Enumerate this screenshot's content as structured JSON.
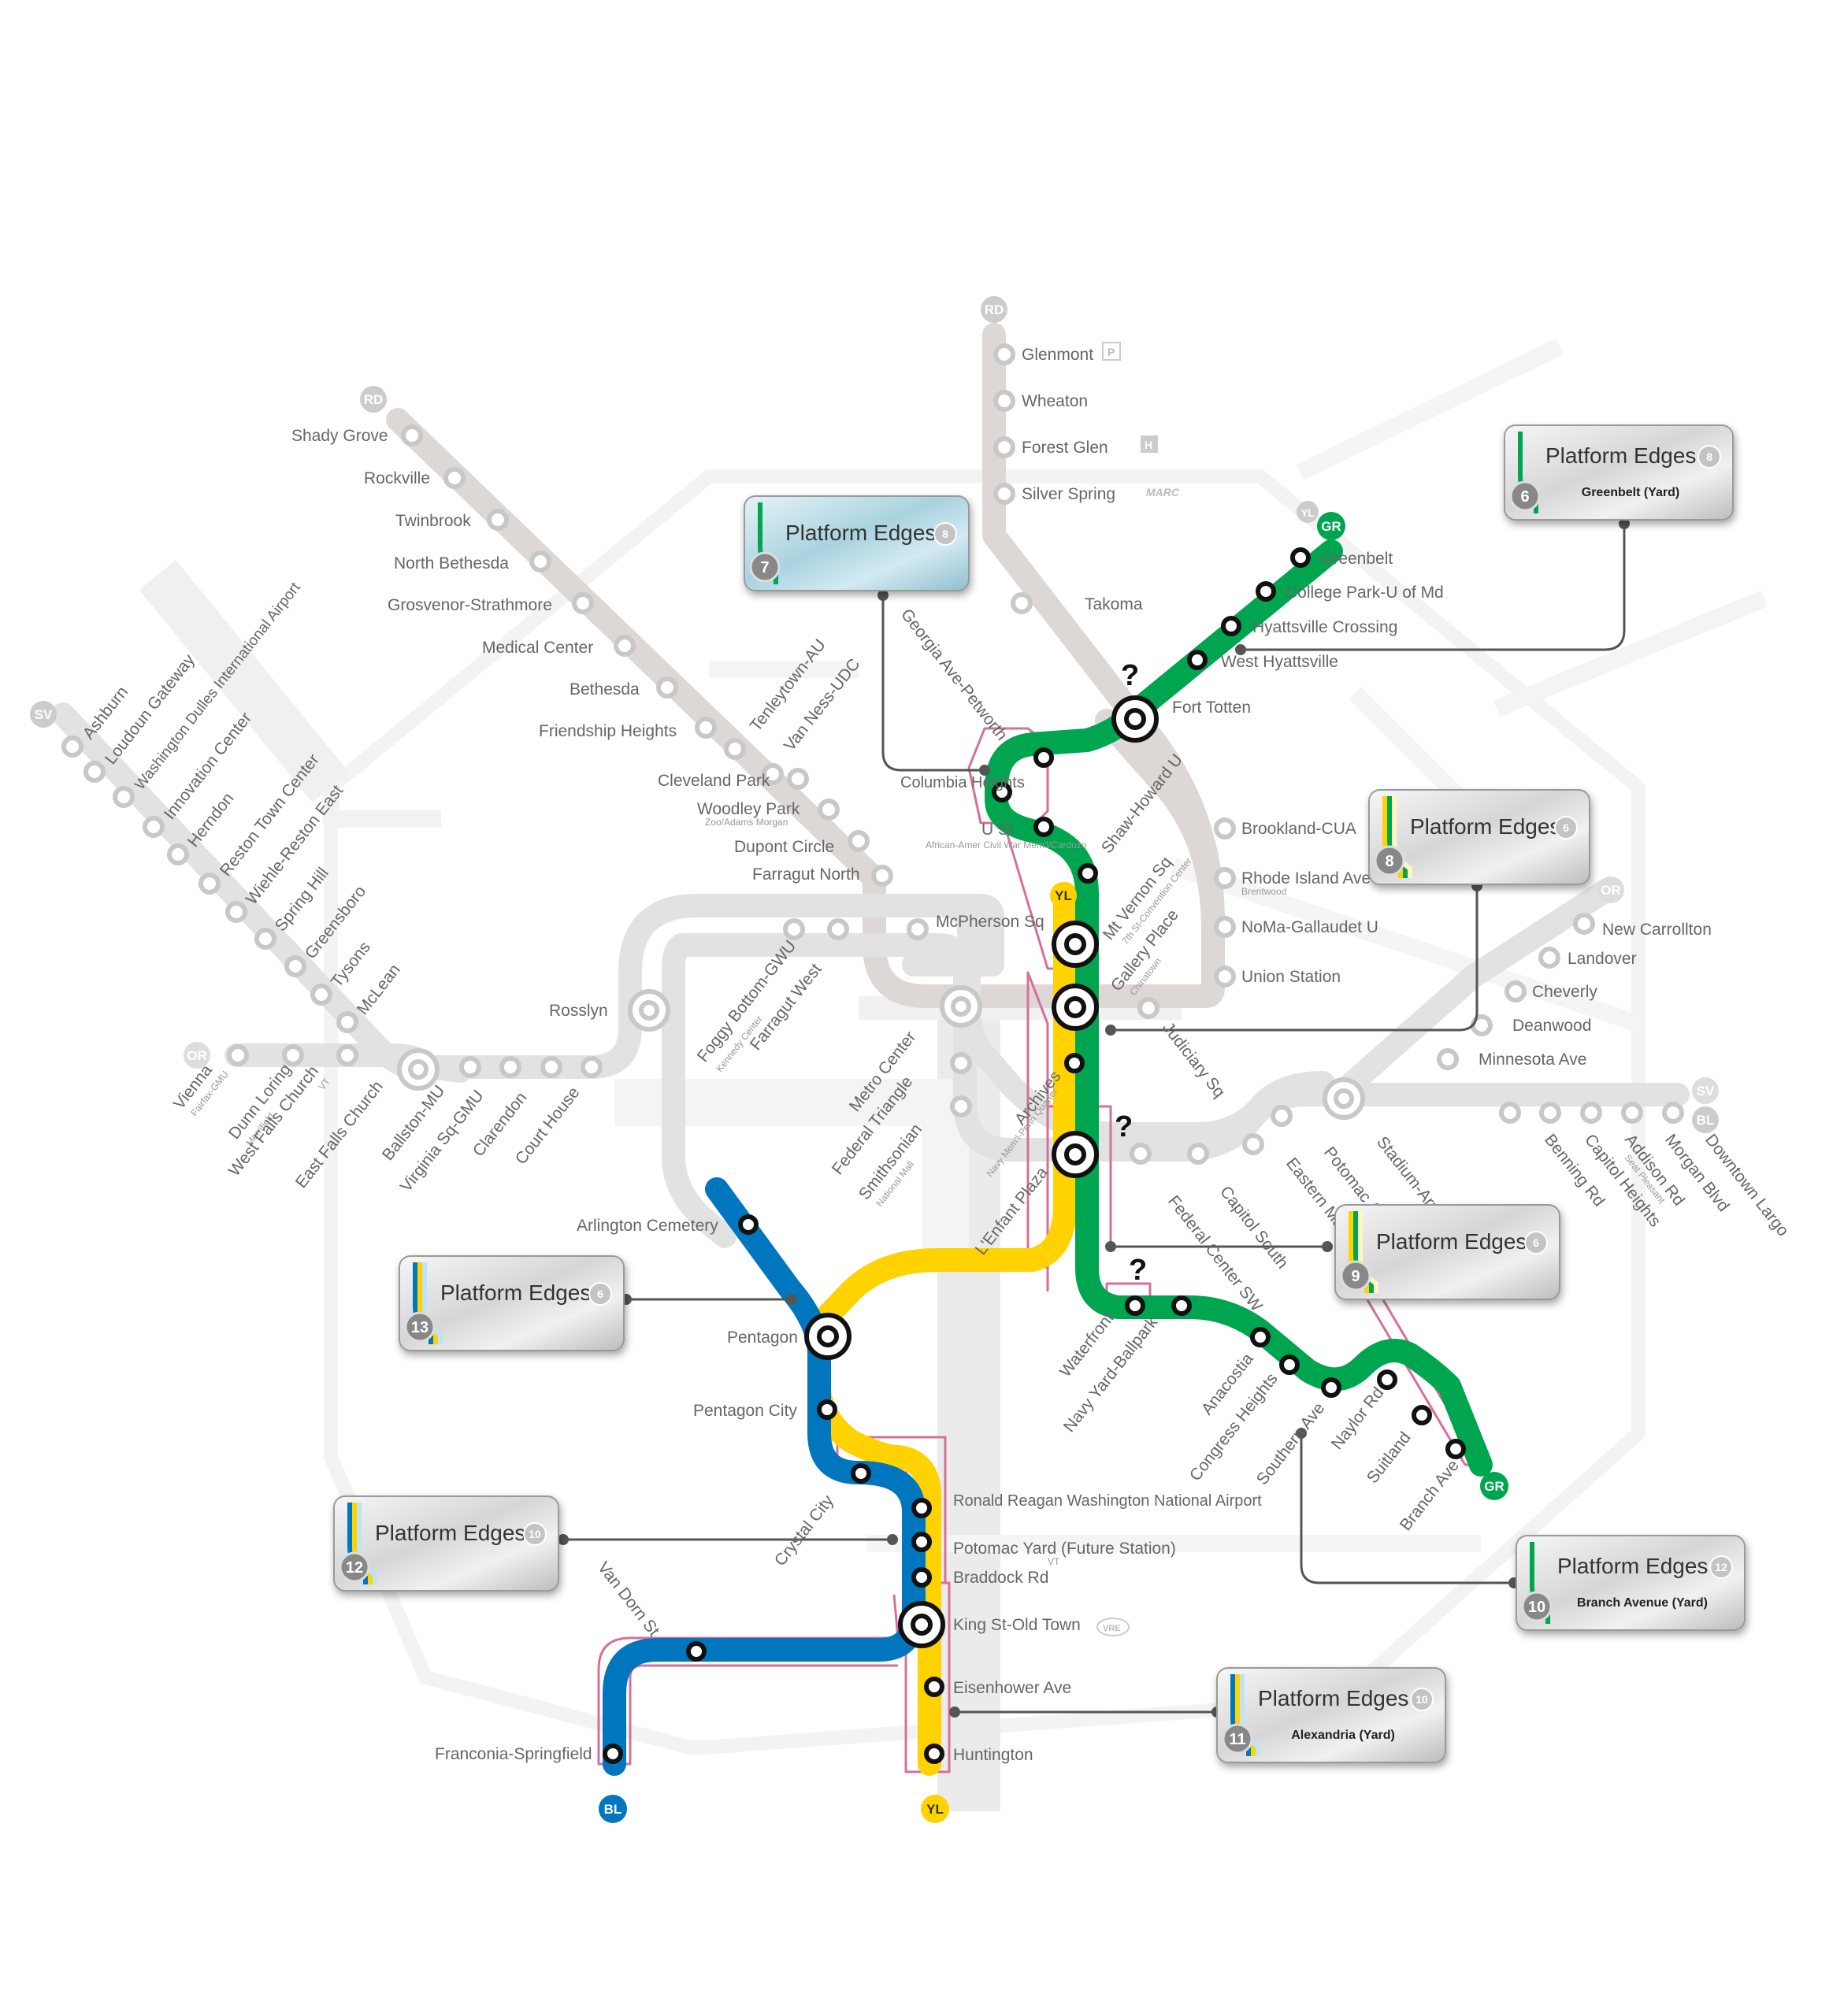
{
  "colors": {
    "green": "#00a550",
    "yellow": "#ffd200",
    "blue": "#0076bf",
    "red_ghost": "#d9d4d2",
    "ghost": "#e9e9e9",
    "outline": "#d4709c",
    "card_bg": "#e2e2e2"
  },
  "terminals": {
    "rd_top": "RD",
    "rd_west": "RD",
    "sv": "SV",
    "or_west": "OR",
    "or_east": "OR",
    "sv_east": "SV",
    "bl_east": "BL",
    "gr_north": "GR",
    "yl_north": "YL",
    "yl_mid": "YL",
    "gr_south": "GR",
    "bl_south": "BL",
    "yl_south": "YL"
  },
  "question_mark": "?",
  "stations": {
    "shady_grove": "Shady Grove",
    "rockville": "Rockville",
    "twinbrook": "Twinbrook",
    "north_bethesda": "North Bethesda",
    "grosvenor": "Grosvenor-Strathmore",
    "medical_center": "Medical Center",
    "bethesda": "Bethesda",
    "friendship_heights": "Friendship Heights",
    "tenleytown": "Tenleytown-AU",
    "van_ness": "Van Ness-UDC",
    "cleveland_park": "Cleveland Park",
    "woodley_park": "Woodley Park",
    "woodley_sub": "Zoo/Adams Morgan",
    "dupont": "Dupont Circle",
    "farragut_north": "Farragut North",
    "glenmont": "Glenmont",
    "wheaton": "Wheaton",
    "forest_glen": "Forest Glen",
    "silver_spring": "Silver Spring",
    "takoma": "Takoma",
    "georgia_ave": "Georgia Ave-Petworth",
    "columbia_heights": "Columbia Heights",
    "u_st": "U St",
    "u_st_sub": "African-Amer Civil War Mem'l/Cardozo",
    "shaw": "Shaw-Howard U",
    "mt_vernon": "Mt Vernon Sq",
    "mt_vernon_sub": "7th St-Convention Center",
    "gallery_place": "Gallery Place",
    "gallery_sub": "Chinatown",
    "judiciary": "Judiciary Sq",
    "archives": "Archives",
    "archives_sub": "Navy Mem'l-Penn Quarter",
    "lenfant": "L'Enfant Plaza",
    "greenbelt": "Greenbelt",
    "college_park": "College Park-U of Md",
    "hyattsville": "Hyattsville Crossing",
    "west_hyattsville": "West Hyattsville",
    "fort_totten": "Fort Totten",
    "brookland": "Brookland-CUA",
    "rhode_island": "Rhode Island Ave",
    "rhode_sub": "Brentwood",
    "noma": "NoMa-Gallaudet U",
    "union_station": "Union Station",
    "new_carrollton": "New Carrollton",
    "landover": "Landover",
    "cheverly": "Cheverly",
    "deanwood": "Deanwood",
    "minnesota": "Minnesota Ave",
    "benning": "Benning Rd",
    "capitol_heights": "Capitol Heights",
    "addison": "Addison Rd",
    "addison_sub": "Seat Pleasant",
    "morgan": "Morgan Blvd",
    "largo": "Downtown Largo",
    "stadium": "Stadium-Armory",
    "potomac_ave": "Potomac Ave",
    "eastern_market": "Eastern Market",
    "capitol_south": "Capitol South",
    "federal_center": "Federal Center SW",
    "waterfront": "Waterfront",
    "navy_yard": "Navy Yard-Ballpark",
    "anacostia": "Anacostia",
    "congress_heights": "Congress Heights",
    "southern_ave": "Southern Ave",
    "naylor": "Naylor Rd",
    "suitland": "Suitland",
    "branch_ave": "Branch Ave",
    "ashburn": "Ashburn",
    "loudoun": "Loudoun Gateway",
    "dulles": "Washington Dulles International Airport",
    "innovation": "Innovation Center",
    "herndon": "Herndon",
    "reston": "Reston Town Center",
    "wiehle": "Wiehle-Reston East",
    "spring_hill": "Spring Hill",
    "greensboro": "Greensboro",
    "tysons": "Tysons",
    "mclean": "McLean",
    "vienna": "Vienna",
    "vienna_sub": "Fairfax-GMU",
    "dunn_loring": "Dunn Loring",
    "dunn_sub": "Merrifield",
    "west_falls": "West Falls Church",
    "west_falls_sub": "VT",
    "east_falls": "East Falls Church",
    "ballston": "Ballston-MU",
    "virginia_sq": "Virginia Sq-GMU",
    "clarendon": "Clarendon",
    "court_house": "Court House",
    "rosslyn": "Rosslyn",
    "foggy_bottom": "Foggy Bottom-GWU",
    "foggy_sub": "Kennedy Center",
    "farragut_west": "Farragut West",
    "mcpherson": "McPherson Sq",
    "metro_center": "Metro Center",
    "federal_triangle": "Federal Triangle",
    "smithsonian": "Smithsonian",
    "smithsonian_sub": "National Mall",
    "arlington": "Arlington Cemetery",
    "pentagon": "Pentagon",
    "pentagon_city": "Pentagon City",
    "crystal_city": "Crystal City",
    "reagan": "Ronald Reagan Washington National Airport",
    "potomac_yard": "Potomac Yard (Future Station)",
    "potomac_yard_sub": "VT",
    "braddock": "Braddock Rd",
    "king_st": "King St-Old Town",
    "eisenhower": "Eisenhower Ave",
    "huntington": "Huntington",
    "van_dorn": "Van Dorn St",
    "franconia": "Franconia-Springfield"
  },
  "legend_marks": {
    "parking": "P",
    "hospital": "H",
    "marc": "MARC",
    "vre": "VRE",
    "national_mall": "National Mall"
  },
  "cards": [
    {
      "id": "card-7",
      "title": "Platform Edges",
      "badge": "8",
      "num": "7",
      "subtitle": "",
      "bands": [
        "#00a550"
      ],
      "tint": "#a9d3df"
    },
    {
      "id": "card-6",
      "title": "Platform Edges",
      "badge": "8",
      "num": "6",
      "subtitle": "Greenbelt (Yard)",
      "bands": [
        "#00a550"
      ],
      "tint": ""
    },
    {
      "id": "card-8",
      "title": "Platform Edges",
      "badge": "6",
      "num": "8",
      "subtitle": "",
      "bands": [
        "#ffd200",
        "#00a550",
        "#fff7c2"
      ],
      "tint": ""
    },
    {
      "id": "card-9",
      "title": "Platform Edges",
      "badge": "6",
      "num": "9",
      "subtitle": "",
      "bands": [
        "#ffd200",
        "#00a550",
        "#fff7c2"
      ],
      "tint": ""
    },
    {
      "id": "card-13",
      "title": "Platform Edges",
      "badge": "6",
      "num": "13",
      "subtitle": "",
      "bands": [
        "#0076bf",
        "#ffd200",
        "#bfe3f7"
      ],
      "tint": ""
    },
    {
      "id": "card-12",
      "title": "Platform Edges",
      "badge": "10",
      "num": "12",
      "subtitle": "",
      "bands": [
        "#0076bf",
        "#ffd200",
        "#bfe3f7"
      ],
      "tint": ""
    },
    {
      "id": "card-10",
      "title": "Platform Edges",
      "badge": "12",
      "num": "10",
      "subtitle": "Branch Avenue (Yard)",
      "bands": [
        "#00a550"
      ],
      "tint": ""
    },
    {
      "id": "card-11",
      "title": "Platform Edges",
      "badge": "10",
      "num": "11",
      "subtitle": "Alexandria (Yard)",
      "bands": [
        "#0076bf",
        "#ffd200",
        "#bfe3f7"
      ],
      "tint": ""
    }
  ]
}
